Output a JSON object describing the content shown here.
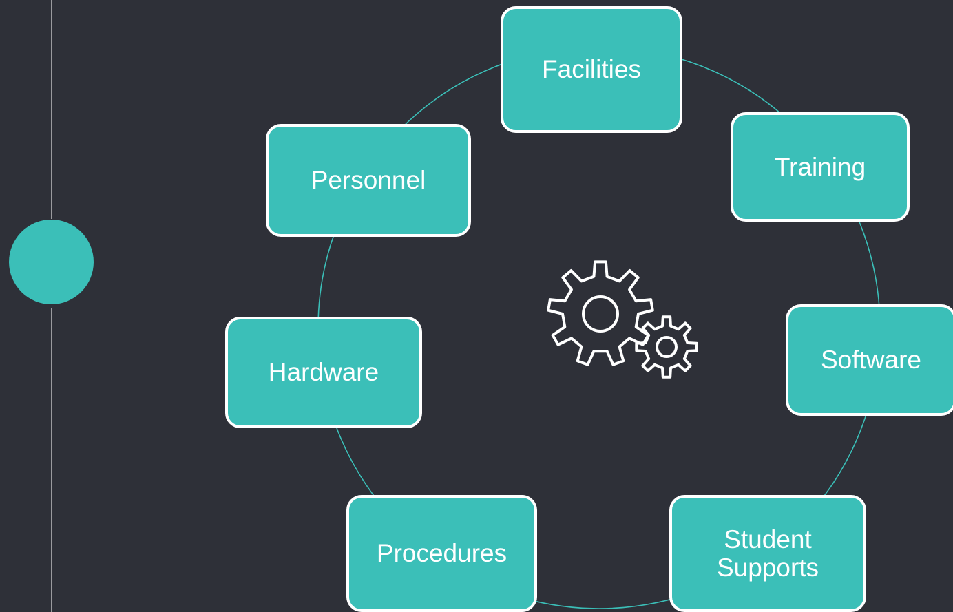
{
  "diagram": {
    "type": "cycle",
    "center_icon": "gears-icon",
    "colors": {
      "background": "#2e3038",
      "node_fill": "#3bbfb8",
      "node_border": "#ffffff",
      "connector": "#3bbfb8",
      "accent_dot": "#3bbfb8",
      "side_line": "#9a9a9e"
    },
    "nodes": [
      {
        "id": "facilities",
        "label": "Facilities"
      },
      {
        "id": "training",
        "label": "Training"
      },
      {
        "id": "software",
        "label": "Software"
      },
      {
        "id": "student_supports",
        "label_lines": [
          "Student",
          "Supports"
        ]
      },
      {
        "id": "procedures",
        "label": "Procedures"
      },
      {
        "id": "hardware",
        "label": "Hardware"
      },
      {
        "id": "personnel",
        "label": "Personnel"
      }
    ]
  }
}
